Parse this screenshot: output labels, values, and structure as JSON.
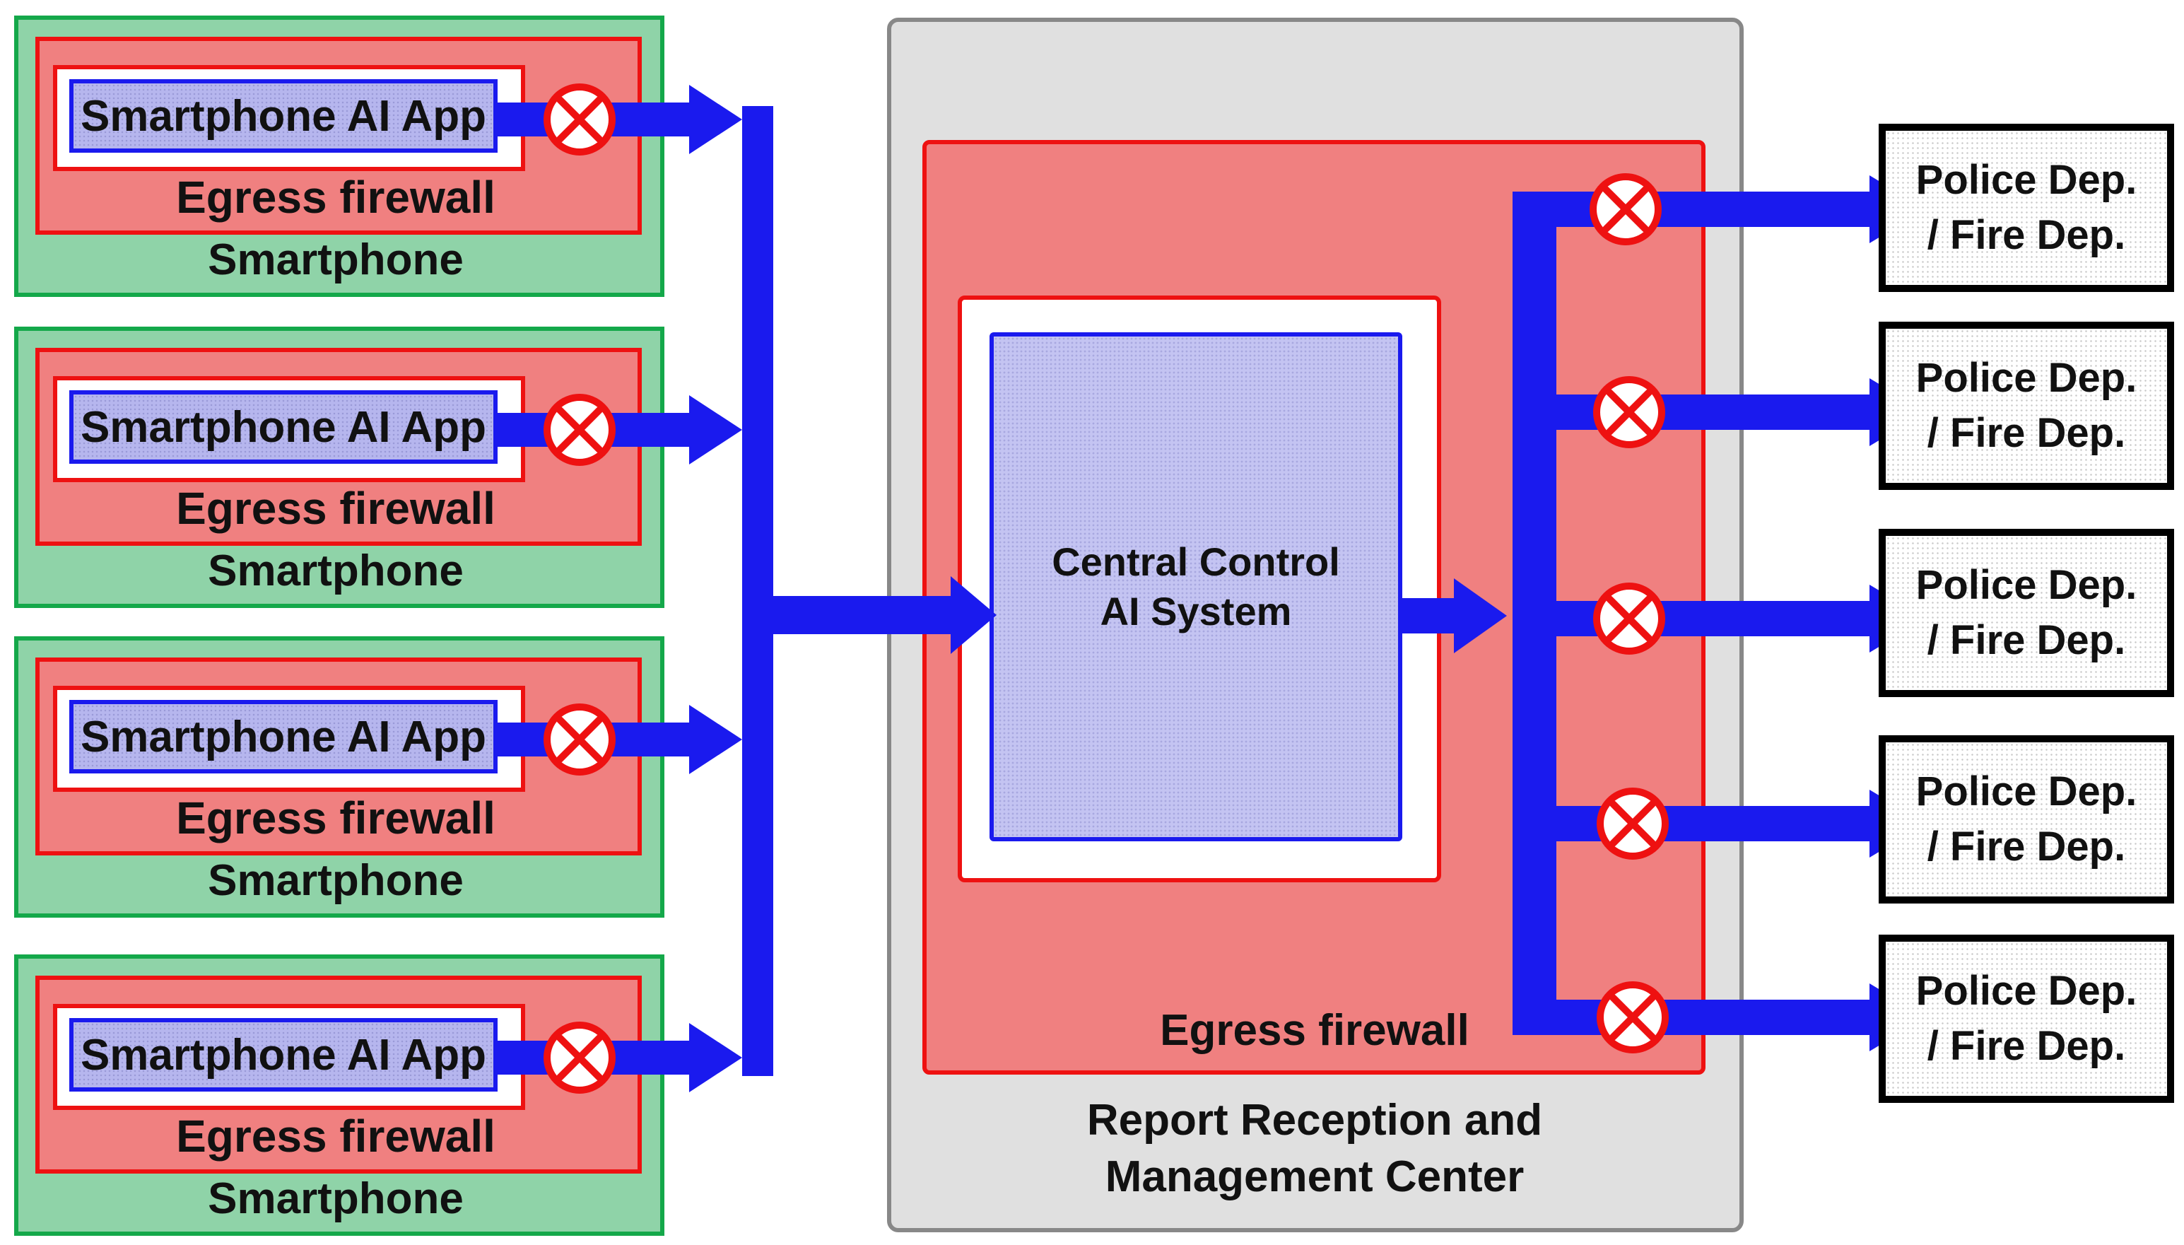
{
  "smartphones": [
    {
      "app": "Smartphone AI App",
      "firewall": "Egress firewall",
      "device": "Smartphone"
    },
    {
      "app": "Smartphone AI App",
      "firewall": "Egress firewall",
      "device": "Smartphone"
    },
    {
      "app": "Smartphone AI App",
      "firewall": "Egress firewall",
      "device": "Smartphone"
    },
    {
      "app": "Smartphone AI App",
      "firewall": "Egress firewall",
      "device": "Smartphone"
    }
  ],
  "center": {
    "title_line1": "Report Reception and",
    "title_line2": "Management Center",
    "firewall": "Egress firewall",
    "ai_line1": "Central Control",
    "ai_line2": "AI System"
  },
  "destinations": [
    {
      "line1": "Police Dep.",
      "line2": "/ Fire Dep."
    },
    {
      "line1": "Police Dep.",
      "line2": "/ Fire Dep."
    },
    {
      "line1": "Police Dep.",
      "line2": "/ Fire Dep."
    },
    {
      "line1": "Police Dep.",
      "line2": "/ Fire Dep."
    },
    {
      "line1": "Police Dep.",
      "line2": "/ Fire Dep."
    }
  ],
  "colors": {
    "arrow": "#1a1aee",
    "firewall_fill": "#f08080",
    "firewall_border": "#ee1111",
    "phone_fill": "#8fd3a8",
    "phone_border": "#14a84a",
    "block_icon": "#ee1111"
  },
  "icons": {
    "blocked_connection": "circled-x-icon"
  }
}
